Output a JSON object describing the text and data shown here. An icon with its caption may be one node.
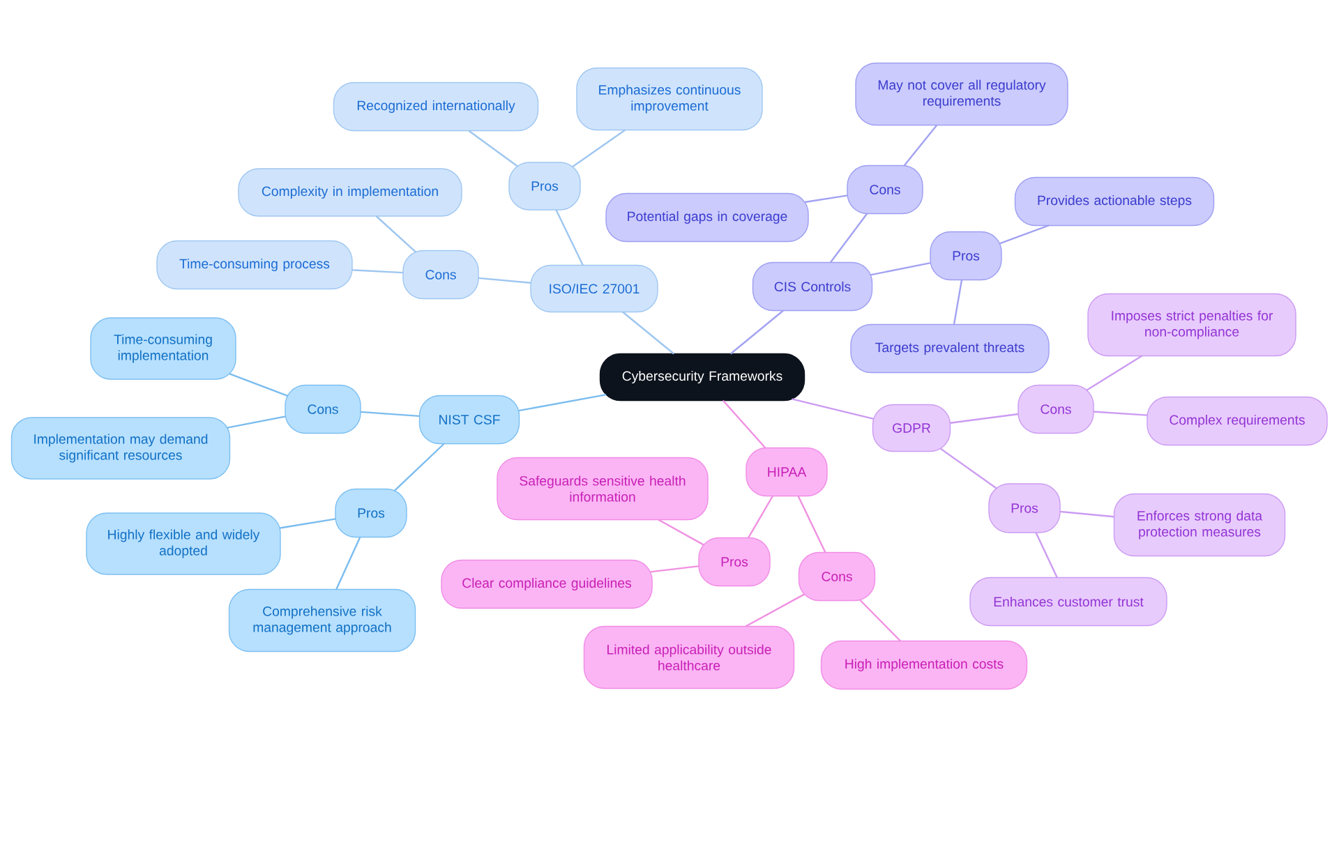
{
  "diagram": {
    "nodes": [
      {
        "text": [
          "Cybersecurity Frameworks"
        ]
      },
      {
        "text": [
          "ISO/IEC 27001"
        ]
      },
      {
        "text": [
          "Pros"
        ]
      },
      {
        "text": [
          "Recognized internationally"
        ]
      },
      {
        "text": [
          "Emphasizes continuous improvement"
        ]
      },
      {
        "text": [
          "Cons"
        ]
      },
      {
        "text": [
          "Complexity in implementation"
        ]
      },
      {
        "text": [
          "Time-consuming process"
        ]
      },
      {
        "text": [
          "CIS Controls"
        ]
      },
      {
        "text": [
          "Cons"
        ]
      },
      {
        "text": [
          "May not cover all regulatory requirements"
        ]
      },
      {
        "text": [
          "Potential gaps in coverage"
        ]
      },
      {
        "text": [
          "Pros"
        ]
      },
      {
        "text": [
          "Provides actionable steps"
        ]
      },
      {
        "text": [
          "Targets prevalent threats"
        ]
      },
      {
        "text": [
          "NIST CSF"
        ]
      },
      {
        "text": [
          "Cons"
        ]
      },
      {
        "text": [
          "Time-consuming implementation"
        ]
      },
      {
        "text": [
          "Implementation may demand significant resources"
        ]
      },
      {
        "text": [
          "Pros"
        ]
      },
      {
        "text": [
          "Highly flexible and widely adopted"
        ]
      },
      {
        "text": [
          "Comprehensive risk management approach"
        ]
      },
      {
        "text": [
          "GDPR"
        ]
      },
      {
        "text": [
          "Cons"
        ]
      },
      {
        "text": [
          "Imposes strict penalties for non-compliance"
        ]
      },
      {
        "text": [
          "Complex requirements"
        ]
      },
      {
        "text": [
          "Pros"
        ]
      },
      {
        "text": [
          "Enforces strong data protection measures"
        ]
      },
      {
        "text": [
          "Enhances customer trust"
        ]
      },
      {
        "text": [
          "HIPAA"
        ]
      },
      {
        "text": [
          "Pros"
        ]
      },
      {
        "text": [
          "Safeguards sensitive health information"
        ]
      },
      {
        "text": [
          "Clear compliance guidelines"
        ]
      },
      {
        "text": [
          "Cons"
        ]
      },
      {
        "text": [
          "Limited applicability outside healthcare"
        ]
      },
      {
        "text": [
          "High implementation costs"
        ]
      }
    ],
    "edges": [
      {
        "from": 0,
        "to": 1,
        "arrow": "none",
        "color": "#9ec6f0"
      },
      {
        "from": 1,
        "to": 2,
        "arrow": "none",
        "color": "#9ec6f0"
      },
      {
        "from": 2,
        "to": 3,
        "arrow": "none",
        "color": "#9ec6f0"
      },
      {
        "from": 2,
        "to": 4,
        "arrow": "none",
        "color": "#9ec6f0"
      },
      {
        "from": 1,
        "to": 5,
        "arrow": "none",
        "color": "#9ec6f0"
      },
      {
        "from": 5,
        "to": 6,
        "arrow": "none",
        "color": "#9ec6f0"
      },
      {
        "from": 5,
        "to": 7,
        "arrow": "none",
        "color": "#9ec6f0"
      },
      {
        "from": 0,
        "to": 8,
        "arrow": "none",
        "color": "#a2a2f2"
      },
      {
        "from": 8,
        "to": 9,
        "arrow": "none",
        "color": "#a2a2f2"
      },
      {
        "from": 9,
        "to": 10,
        "arrow": "none",
        "color": "#a2a2f2"
      },
      {
        "from": 9,
        "to": 11,
        "arrow": "none",
        "color": "#a2a2f2"
      },
      {
        "from": 8,
        "to": 12,
        "arrow": "none",
        "color": "#a2a2f2"
      },
      {
        "from": 12,
        "to": 13,
        "arrow": "none",
        "color": "#a2a2f2"
      },
      {
        "from": 12,
        "to": 14,
        "arrow": "none",
        "color": "#a2a2f2"
      },
      {
        "from": 0,
        "to": 15,
        "arrow": "none",
        "color": "#7abcef"
      },
      {
        "from": 15,
        "to": 16,
        "arrow": "none",
        "color": "#7abcef"
      },
      {
        "from": 16,
        "to": 17,
        "arrow": "none",
        "color": "#7abcef"
      },
      {
        "from": 16,
        "to": 18,
        "arrow": "none",
        "color": "#7abcef"
      },
      {
        "from": 15,
        "to": 19,
        "arrow": "none",
        "color": "#7abcef"
      },
      {
        "from": 19,
        "to": 20,
        "arrow": "none",
        "color": "#7abcef"
      },
      {
        "from": 19,
        "to": 21,
        "arrow": "none",
        "color": "#7abcef"
      },
      {
        "from": 0,
        "to": 22,
        "arrow": "none",
        "color": "#cc9bf2"
      },
      {
        "from": 22,
        "to": 23,
        "arrow": "none",
        "color": "#cc9bf2"
      },
      {
        "from": 23,
        "to": 24,
        "arrow": "none",
        "color": "#cc9bf2"
      },
      {
        "from": 23,
        "to": 25,
        "arrow": "none",
        "color": "#cc9bf2"
      },
      {
        "from": 22,
        "to": 26,
        "arrow": "none",
        "color": "#cc9bf2"
      },
      {
        "from": 26,
        "to": 27,
        "arrow": "none",
        "color": "#cc9bf2"
      },
      {
        "from": 26,
        "to": 28,
        "arrow": "none",
        "color": "#cc9bf2"
      },
      {
        "from": 0,
        "to": 29,
        "arrow": "none",
        "color": "#f090e2"
      },
      {
        "from": 29,
        "to": 30,
        "arrow": "none",
        "color": "#f090e2"
      },
      {
        "from": 30,
        "to": 31,
        "arrow": "none",
        "color": "#f090e2"
      },
      {
        "from": 30,
        "to": 32,
        "arrow": "none",
        "color": "#f090e2"
      },
      {
        "from": 29,
        "to": 33,
        "arrow": "none",
        "color": "#f090e2"
      },
      {
        "from": 33,
        "to": 34,
        "arrow": "none",
        "color": "#f090e2"
      },
      {
        "from": 33,
        "to": 35,
        "arrow": "none",
        "color": "#f090e2"
      }
    ]
  }
}
